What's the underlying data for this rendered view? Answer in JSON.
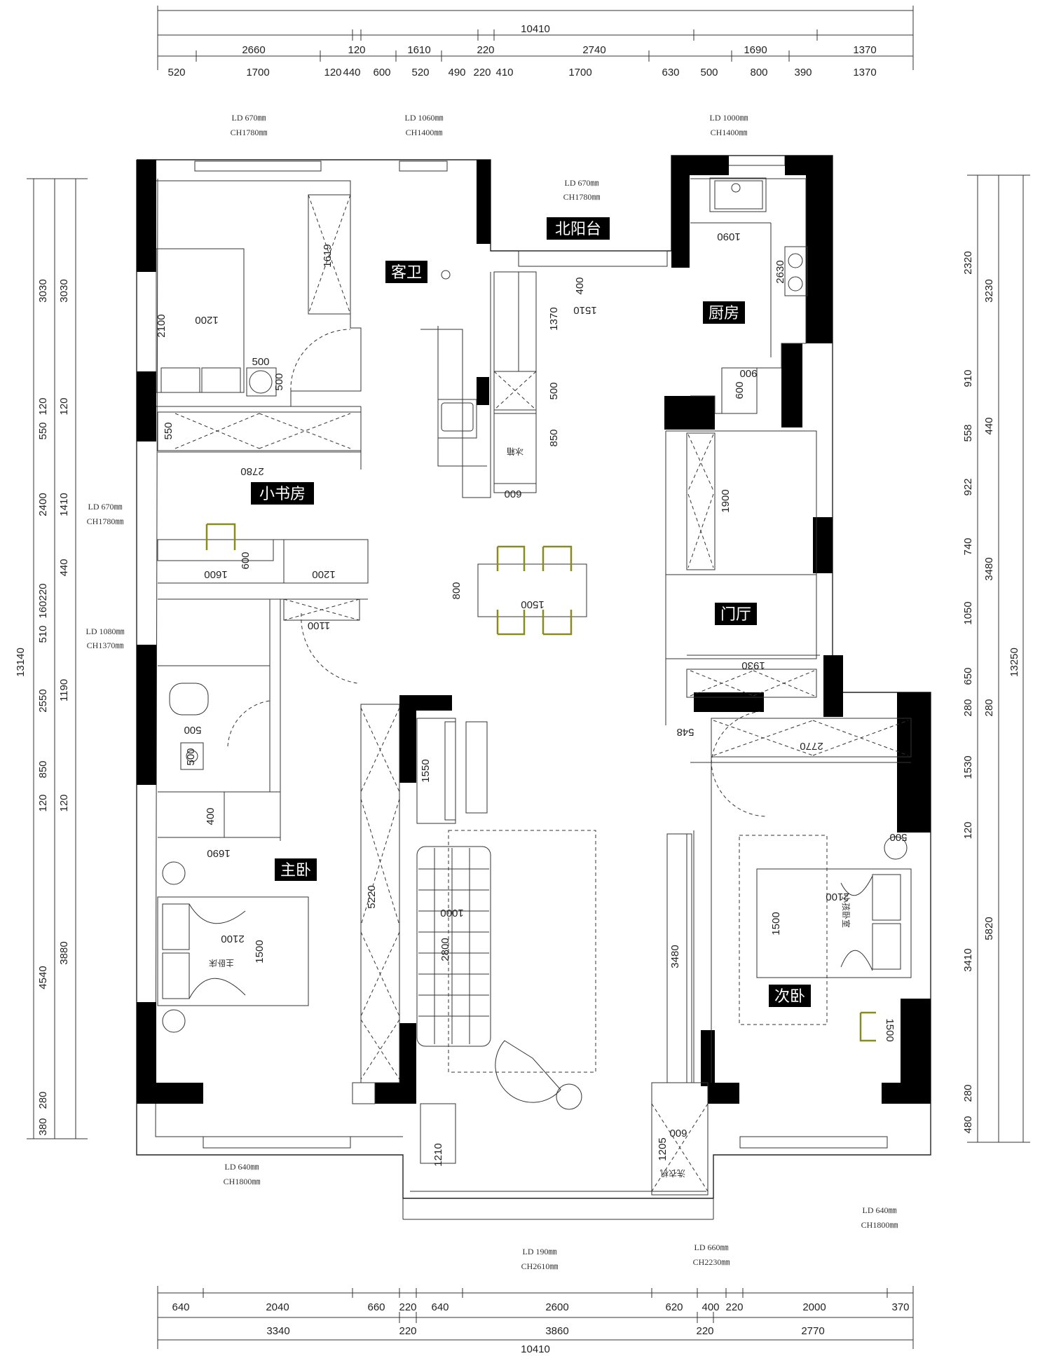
{
  "rooms": {
    "guest_bath": "客卫",
    "north_balcony": "北阳台",
    "kitchen": "厨房",
    "study": "小书房",
    "foyer": "门厅",
    "master": "主卧",
    "second": "次卧"
  },
  "top_dims": {
    "total": "10410",
    "row2": [
      "2660",
      "120",
      "1610",
      "220",
      "2740",
      "1690",
      "1370"
    ],
    "row3": [
      "520",
      "1700",
      "120",
      "440",
      "600",
      "520",
      "490",
      "220",
      "410",
      "1700",
      "630",
      "500",
      "800",
      "390",
      "1370"
    ]
  },
  "bottom_dims": {
    "total": "10410",
    "row2": [
      "3340",
      "220",
      "3860",
      "220",
      "2770"
    ],
    "row3": [
      "640",
      "2040",
      "660",
      "220",
      "640",
      "2600",
      "620",
      "400",
      "220",
      "2000",
      "370"
    ]
  },
  "left_dims": {
    "total": "13140",
    "outer": [
      "3030",
      "120",
      "550",
      "2400",
      "220",
      "160",
      "510",
      "2550",
      "850",
      "120",
      "4540",
      "280",
      "380"
    ],
    "inner": [
      "3030",
      "120",
      "1410",
      "440",
      "1190",
      "120",
      "3880"
    ]
  },
  "right_dims": {
    "total": "13250",
    "outer": [
      "2320",
      "910",
      "558",
      "922",
      "740",
      "1050",
      "650",
      "280",
      "1530",
      "120",
      "3410",
      "280",
      "480"
    ],
    "inner": [
      "3230",
      "440",
      "3480",
      "280",
      "5820"
    ]
  },
  "notes": {
    "n1a": "CH1780㎜",
    "n1b": "LD 670㎜",
    "n2a": "CH1400㎜",
    "n2b": "LD 1060㎜",
    "n3a": "CH1400㎜",
    "n3b": "LD 1000㎜",
    "n4a": "CH1780㎜",
    "n4b": "LD 670㎜",
    "n5a": "CH1780㎜",
    "n5b": "LD 670㎜",
    "n6a": "CH1370㎜",
    "n6b": "LD 1080㎜",
    "n7a": "CH1800㎜",
    "n7b": "LD 640㎜",
    "n8a": "CH1800㎜",
    "n8b": "LD 640㎜",
    "n9a": "CH2610㎜",
    "n9b": "LD 190㎜",
    "n10a": "CH2230㎜",
    "n10b": "LD 660㎜"
  },
  "inner_dims": {
    "d1619": "1619",
    "d1200a": "1200",
    "d2100a": "2100",
    "d500a": "500",
    "d500b": "500",
    "d550": "550",
    "d2780": "2780",
    "d1600": "1600",
    "d600a": "600",
    "d1200b": "1200",
    "d1100": "1100",
    "d500c": "500",
    "d500d": "500",
    "d400a": "400",
    "d1690": "1690",
    "d2100b": "2100",
    "d1500a": "1500",
    "d400b": "400",
    "d1510": "1510",
    "d1370": "1370",
    "d500e": "500",
    "d850": "850",
    "d600b": "600",
    "d800": "800",
    "d1500b": "1500",
    "d1090": "1090",
    "d2630": "2630",
    "d900": "900",
    "d600c": "600",
    "d1900": "1900",
    "d1930": "1930",
    "d548": "548",
    "d2770": "2770",
    "d1550": "1550",
    "d5220": "5220",
    "d1000": "1000",
    "d2800": "2800",
    "d3480": "3480",
    "d500f": "500",
    "d2100c": "2100",
    "d1500c": "1500",
    "d1500d": "1500",
    "d1210": "1210",
    "d1205": "1205",
    "d600d": "600"
  },
  "labels": {
    "master_bed": "主卧床",
    "second_bed": "小孩卧室",
    "fridge": "冰箱",
    "appliance": "洗衣机"
  }
}
